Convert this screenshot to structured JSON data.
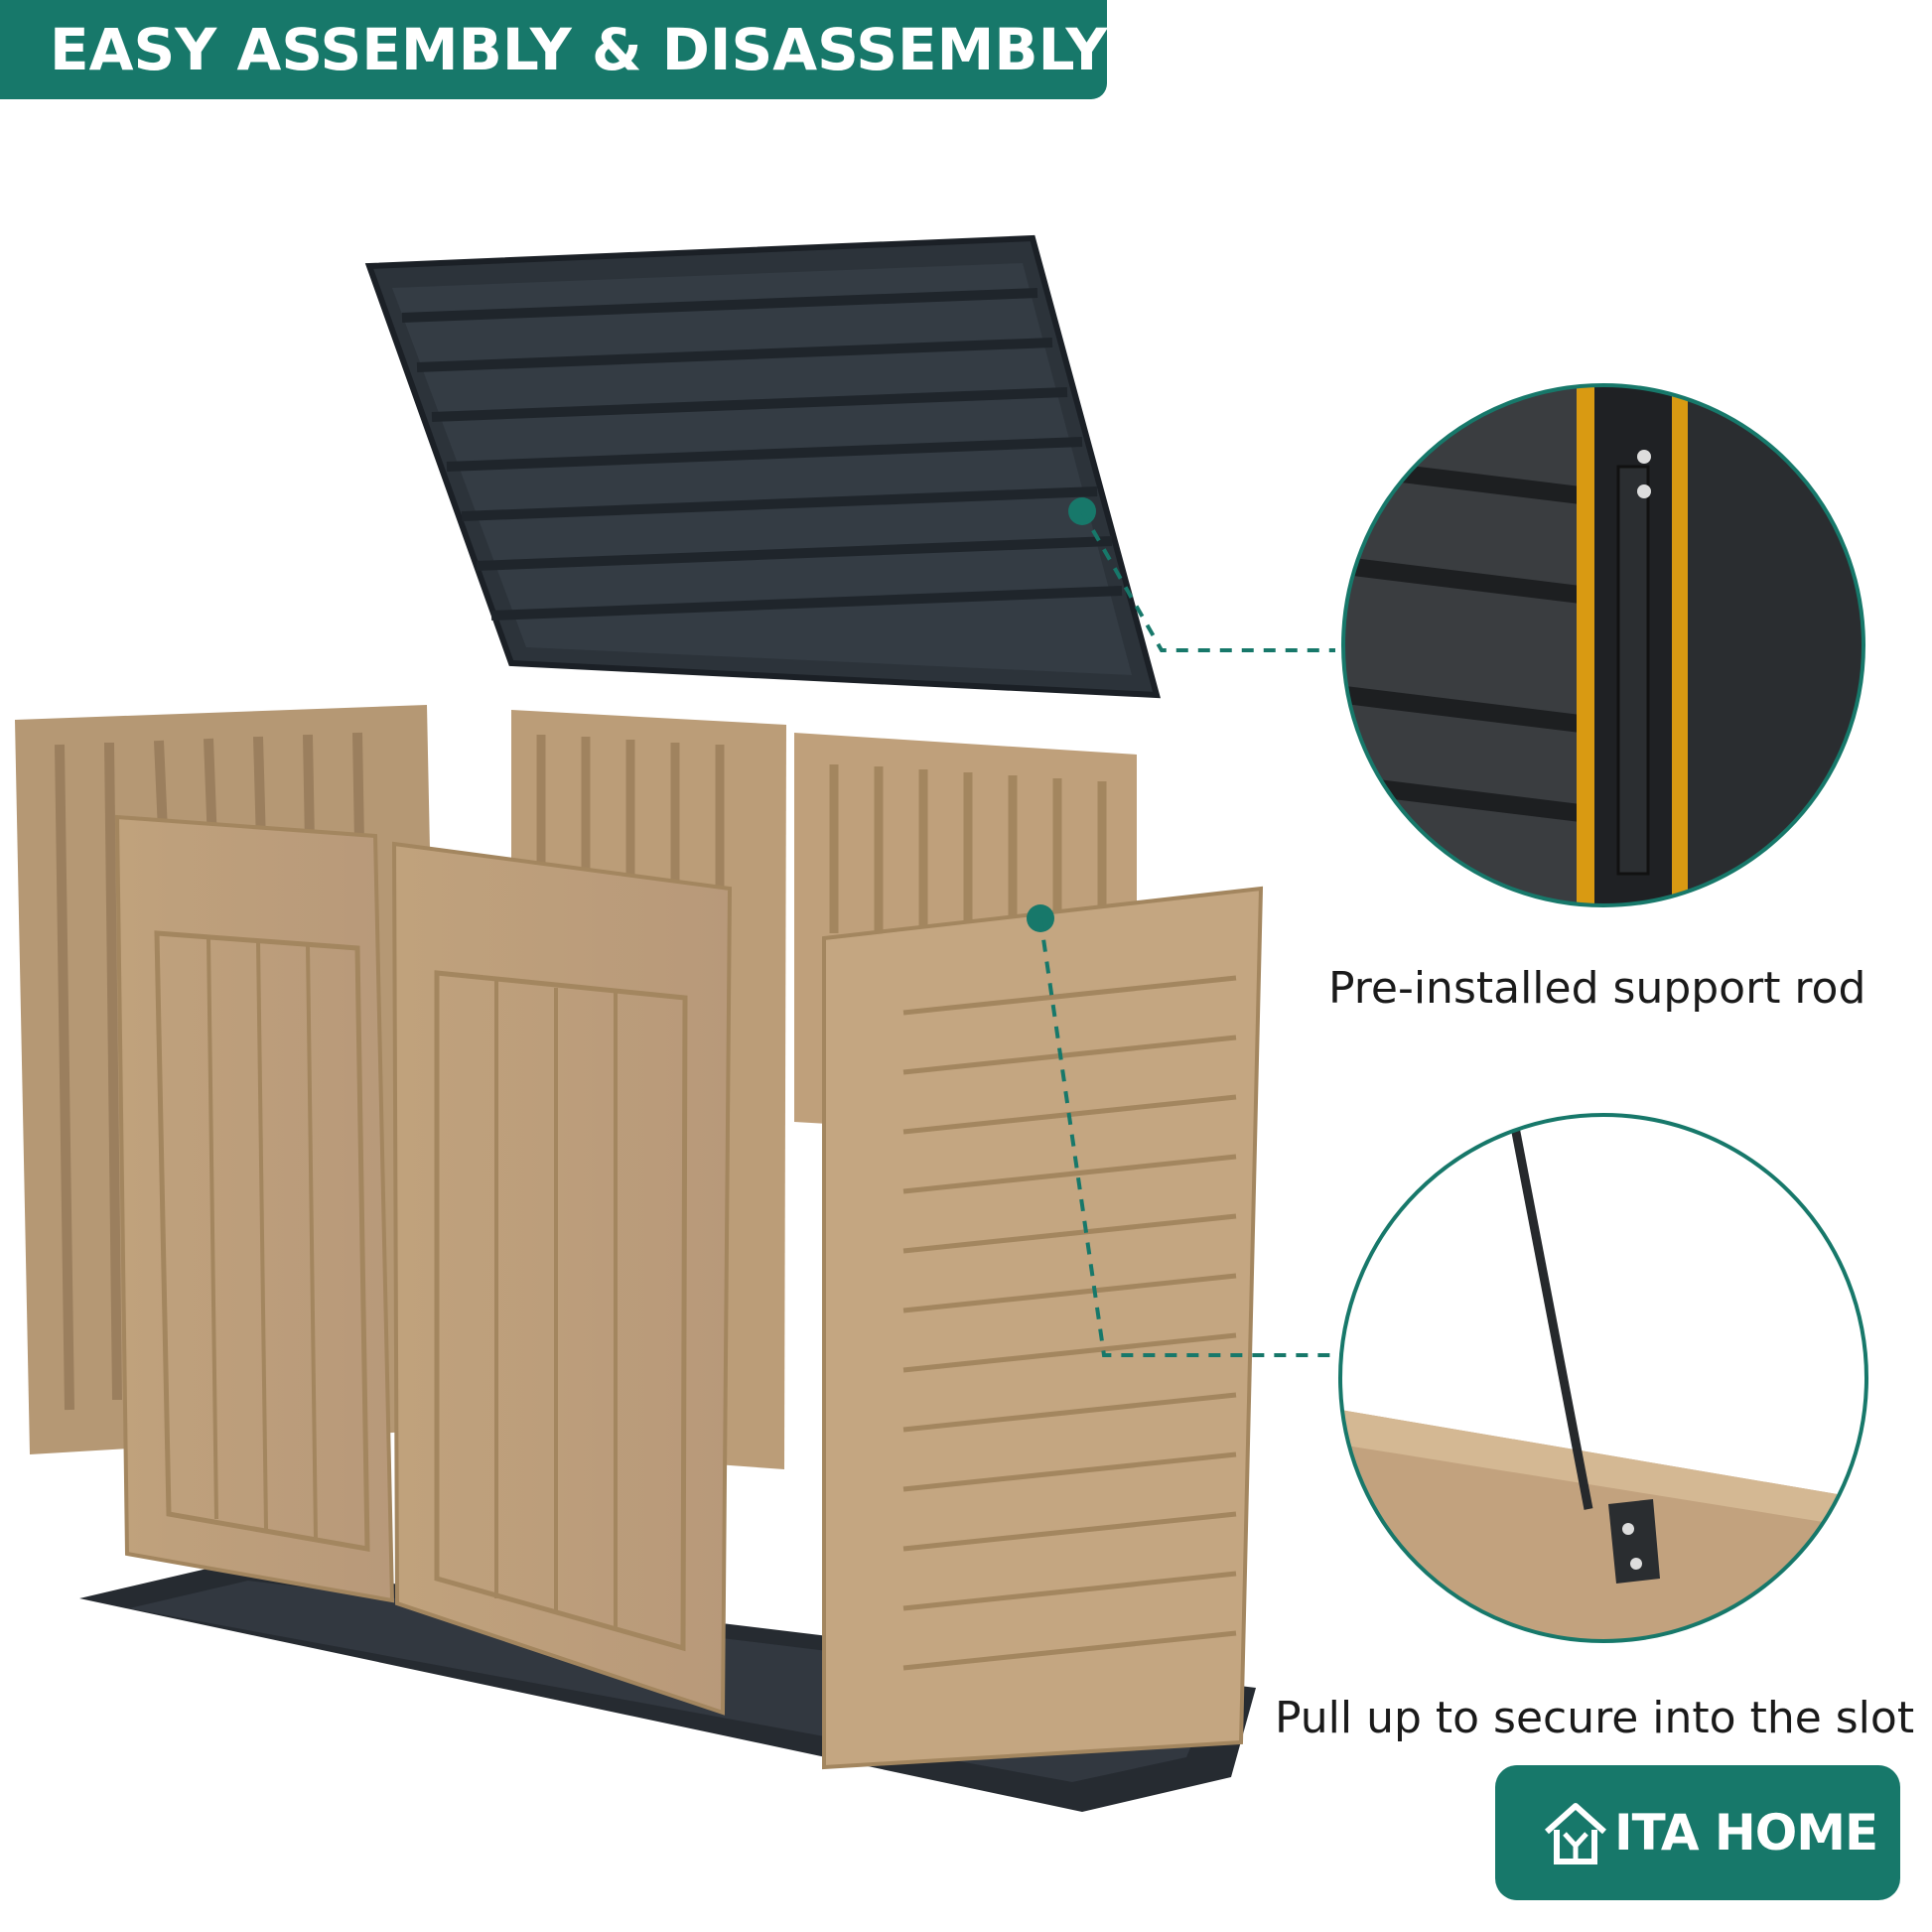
{
  "banner": {
    "title": "EASY ASSEMBLY & DISASSEMBLY"
  },
  "callouts": [
    {
      "caption": "Pre-installed support rod"
    },
    {
      "caption": "Pull up to secure into the slot"
    }
  ],
  "brand": {
    "name": "ITA HOME",
    "icon": "house-y-logo-icon"
  },
  "colors": {
    "accent": "#17786a",
    "panel_tan": "#c4a681",
    "lid_dark": "#2c333a",
    "base_dark": "#262b31"
  }
}
